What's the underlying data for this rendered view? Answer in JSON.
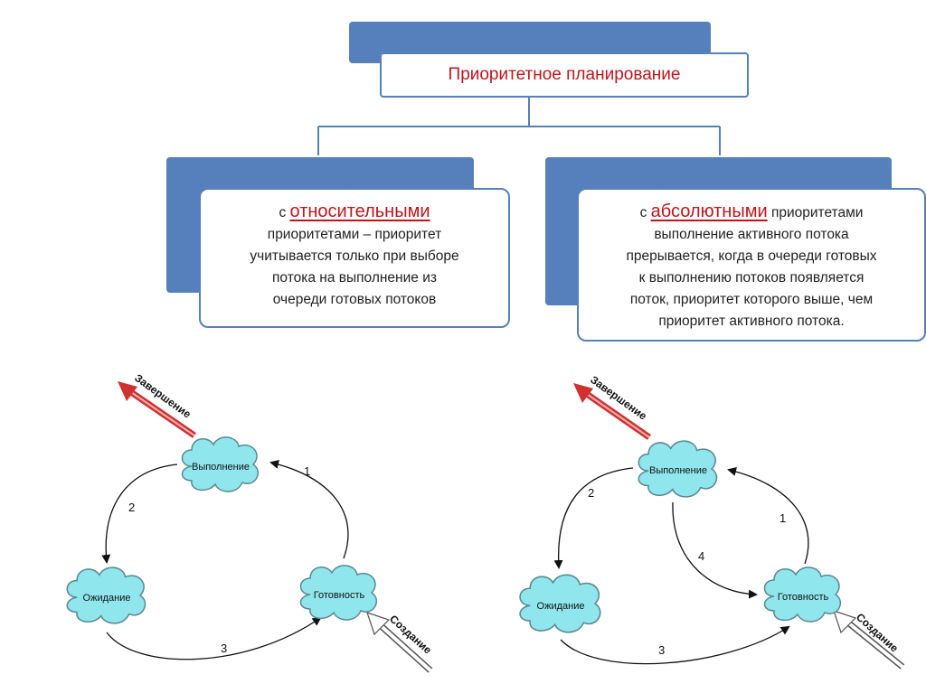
{
  "title": "Приоритетное планирование",
  "relative": {
    "prefix": "с",
    "highlight": "относительными",
    "lines": [
      "приоритетами – приоритет",
      "учитывается только при выборе",
      "потока на выполнение из",
      "очереди готовых потоков"
    ]
  },
  "absolute": {
    "prefix": "с",
    "highlight": "абсолютными",
    "suffix": "приоритетами",
    "lines": [
      "выполнение активного потока",
      "прерывается, когда в очереди готовых",
      "к выполнению потоков появляется",
      "поток, приоритет которого выше, чем",
      "приоритет активного потока."
    ]
  },
  "diagram_left": {
    "states": {
      "running": "Выполнение",
      "waiting": "Ожидание",
      "ready": "Готовность"
    },
    "exit_label": "Завершение",
    "create_label": "Создание",
    "arrows": {
      "a1": "1",
      "a2": "2",
      "a3": "3"
    }
  },
  "diagram_right": {
    "states": {
      "running": "Выполнение",
      "waiting": "Ожидание",
      "ready": "Готовность"
    },
    "exit_label": "Завершение",
    "create_label": "Создание",
    "arrows": {
      "a1": "1",
      "a2": "2",
      "a3": "3",
      "a4": "4"
    }
  },
  "colors": {
    "accent_blue": "#5580bb",
    "title_red": "#c0141c",
    "cloud_fill": "#8fe6ec",
    "exit_arrow": "#d03030"
  }
}
